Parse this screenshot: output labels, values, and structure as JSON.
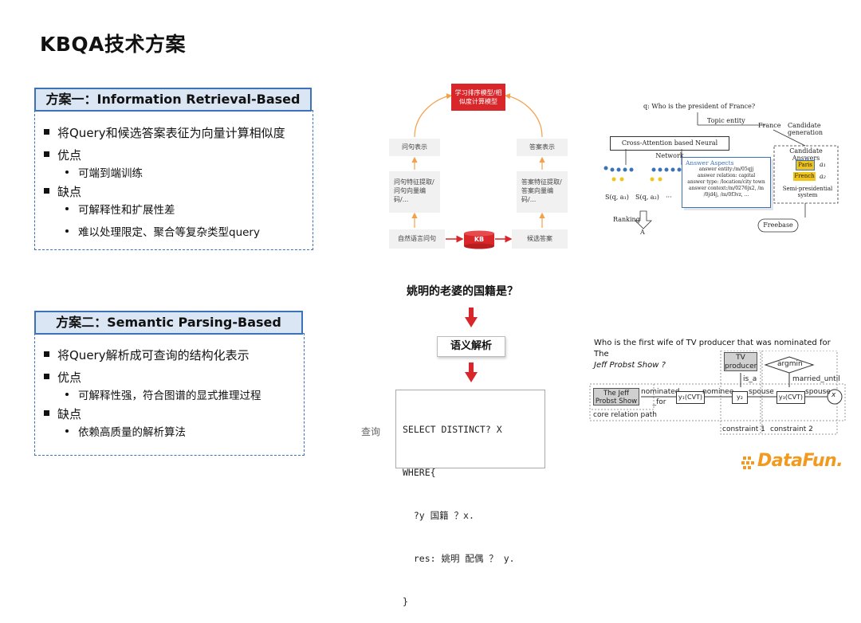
{
  "slide": {
    "title": "KBQA技术方案"
  },
  "scheme1": {
    "header": "方案一：Information Retrieval-Based",
    "items": [
      {
        "text": "将Query和候选答案表征为向量计算相似度"
      },
      {
        "text": "优点",
        "subs": [
          "可端到端训练"
        ]
      },
      {
        "text": "缺点",
        "subs": [
          "可解释性和扩展性差",
          "难以处理限定、聚合等复杂类型query"
        ]
      }
    ]
  },
  "scheme2": {
    "header": "方案二：Semantic Parsing-Based",
    "items": [
      {
        "text": "将Query解析成可查询的结构化表示"
      },
      {
        "text": "优点",
        "subs": [
          "可解释性强，符合图谱的显式推理过程"
        ]
      },
      {
        "text": "缺点",
        "subs": [
          "依赖高质量的解析算法"
        ]
      }
    ]
  },
  "ir_flow": {
    "top_model": "学习排序模型/相似度计算模型",
    "left_repr": "问句表示",
    "right_repr": "答案表示",
    "left_feat": "问句特征提取/问句向量编码/...",
    "right_feat": "答案特征提取/答案向量编码/...",
    "left_input": "自然语言问句",
    "kb": "KB",
    "right_input": "候选答案"
  },
  "ir_paper": {
    "question": "q: Who is the president of France?",
    "topic_entity": "Topic entity",
    "france": "France",
    "candidate_generation": "Candidate generation",
    "network": "Cross-Attention based Neural Network",
    "candidate_answers": "Candidate Answers",
    "paris": "Paris",
    "a1": "a₁",
    "french": "French",
    "a2": "a₂",
    "semi": "Semi-presidential system",
    "aspects_title": "Answer Aspects",
    "aspect_lines": [
      "answer entity:/m/05qjj",
      "answer relation: capital",
      "answer type: /location/city town",
      "answer context:/m/0276jx2, /m",
      "/0jd4j, /m/0f3vz, ..."
    ],
    "score1": "S(q, a₁)",
    "score2": "S(q, a₂)",
    "dots": "···",
    "ranking": "Ranking",
    "answer_a": "A",
    "freebase": "Freebase"
  },
  "sp_flow": {
    "question": "姚明的老婆的国籍是？",
    "parse": "语义解析",
    "query_label": "查询",
    "code_lines": [
      "SELECT DISTINCT? X",
      "WHERE{",
      "  ?y 国籍 ？x.",
      "  res: 姚明 配偶 ？ y.",
      "}"
    ]
  },
  "sp_paper": {
    "question_line1": "Who is the first wife of TV producer that was nominated for The",
    "question_line2": "Jeff Probst Show ?",
    "show_node": "The Jeff Probst Show",
    "nominated_for": "nominated _for",
    "y1": "y₁(CVT)",
    "nominee": "nominee",
    "y2": "y₂",
    "tv_producer": "TV producer",
    "is_a": "is_a",
    "spouse1": "spouse",
    "argmin": "argmin",
    "married_until": "married_until",
    "y3": "y₃(CVT)",
    "spouse2": "spouse",
    "x": "x",
    "core_path": "core relation path",
    "constraint1": "constraint 1",
    "constraint2": "constraint 2"
  },
  "logo": {
    "text": "DataFun."
  },
  "colors": {
    "panel_border": "#3c73b8",
    "header_fill": "#dbe6f4",
    "accent_red": "#d9262a",
    "logo_orange": "#f39a1e"
  }
}
